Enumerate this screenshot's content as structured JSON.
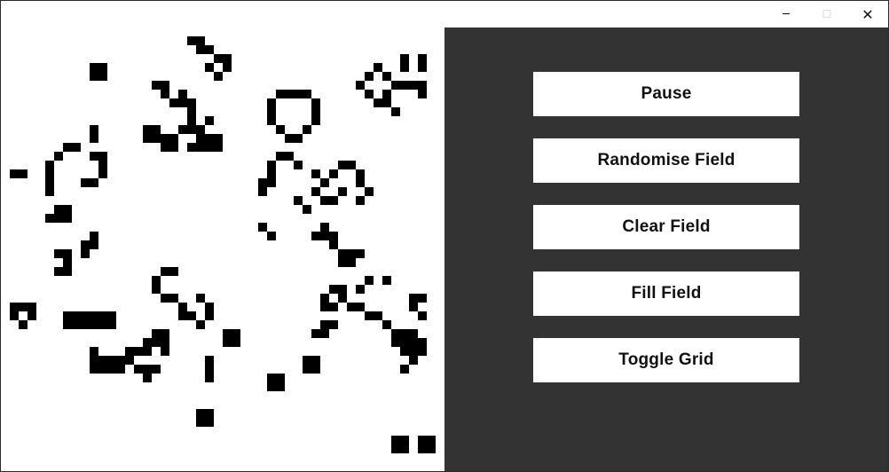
{
  "window": {
    "min_icon": "─",
    "max_icon": "☐",
    "close_icon": "✕"
  },
  "colors": {
    "panel": "#333333",
    "cell_alive": "#000000",
    "field_bg": "#ffffff"
  },
  "grid": {
    "cols": 50,
    "rows": 50,
    "alive": [
      [
        21,
        1
      ],
      [
        22,
        1
      ],
      [
        22,
        2
      ],
      [
        23,
        2
      ],
      [
        24,
        3
      ],
      [
        25,
        3
      ],
      [
        23,
        4
      ],
      [
        25,
        4
      ],
      [
        24,
        5
      ],
      [
        10,
        4
      ],
      [
        11,
        4
      ],
      [
        10,
        5
      ],
      [
        11,
        5
      ],
      [
        17,
        6
      ],
      [
        18,
        6
      ],
      [
        18,
        7
      ],
      [
        20,
        7
      ],
      [
        19,
        8
      ],
      [
        20,
        8
      ],
      [
        21,
        8
      ],
      [
        21,
        9
      ],
      [
        21,
        10
      ],
      [
        20,
        11
      ],
      [
        21,
        11
      ],
      [
        22,
        11
      ],
      [
        23,
        10
      ],
      [
        22,
        12
      ],
      [
        23,
        12
      ],
      [
        24,
        12
      ],
      [
        23,
        13
      ],
      [
        24,
        13
      ],
      [
        21,
        13
      ],
      [
        22,
        13
      ],
      [
        16,
        11
      ],
      [
        17,
        11
      ],
      [
        16,
        12
      ],
      [
        17,
        12
      ],
      [
        18,
        12
      ],
      [
        19,
        12
      ],
      [
        18,
        13
      ],
      [
        19,
        13
      ],
      [
        42,
        4
      ],
      [
        41,
        5
      ],
      [
        43,
        5
      ],
      [
        40,
        6
      ],
      [
        44,
        6
      ],
      [
        41,
        7
      ],
      [
        43,
        7
      ],
      [
        42,
        8
      ],
      [
        43,
        8
      ],
      [
        45,
        3
      ],
      [
        45,
        4
      ],
      [
        47,
        3
      ],
      [
        47,
        4
      ],
      [
        45,
        6
      ],
      [
        46,
        6
      ],
      [
        47,
        6
      ],
      [
        47,
        7
      ],
      [
        44,
        9
      ],
      [
        31,
        7
      ],
      [
        32,
        7
      ],
      [
        33,
        7
      ],
      [
        34,
        7
      ],
      [
        30,
        8
      ],
      [
        35,
        8
      ],
      [
        30,
        9
      ],
      [
        35,
        9
      ],
      [
        30,
        10
      ],
      [
        35,
        10
      ],
      [
        31,
        11
      ],
      [
        34,
        11
      ],
      [
        32,
        12
      ],
      [
        33,
        12
      ],
      [
        10,
        11
      ],
      [
        10,
        12
      ],
      [
        7,
        13
      ],
      [
        8,
        13
      ],
      [
        6,
        14
      ],
      [
        10,
        14
      ],
      [
        11,
        14
      ],
      [
        5,
        15
      ],
      [
        11,
        15
      ],
      [
        5,
        16
      ],
      [
        11,
        16
      ],
      [
        5,
        17
      ],
      [
        9,
        17
      ],
      [
        10,
        17
      ],
      [
        5,
        18
      ],
      [
        6,
        20
      ],
      [
        7,
        20
      ],
      [
        5,
        21
      ],
      [
        6,
        21
      ],
      [
        7,
        21
      ],
      [
        1,
        16
      ],
      [
        2,
        16
      ],
      [
        31,
        14
      ],
      [
        32,
        14
      ],
      [
        30,
        15
      ],
      [
        33,
        15
      ],
      [
        30,
        16
      ],
      [
        29,
        17
      ],
      [
        30,
        17
      ],
      [
        29,
        18
      ],
      [
        35,
        16
      ],
      [
        36,
        17
      ],
      [
        35,
        18
      ],
      [
        33,
        19
      ],
      [
        34,
        20
      ],
      [
        38,
        15
      ],
      [
        39,
        15
      ],
      [
        37,
        16
      ],
      [
        40,
        16
      ],
      [
        40,
        17
      ],
      [
        38,
        18
      ],
      [
        41,
        18
      ],
      [
        40,
        19
      ],
      [
        36,
        19
      ],
      [
        37,
        19
      ],
      [
        29,
        22
      ],
      [
        30,
        23
      ],
      [
        36,
        22
      ],
      [
        35,
        23
      ],
      [
        36,
        23
      ],
      [
        37,
        23
      ],
      [
        37,
        24
      ],
      [
        38,
        25
      ],
      [
        39,
        25
      ],
      [
        40,
        25
      ],
      [
        38,
        26
      ],
      [
        39,
        26
      ],
      [
        10,
        23
      ],
      [
        9,
        24
      ],
      [
        10,
        24
      ],
      [
        6,
        25
      ],
      [
        7,
        25
      ],
      [
        9,
        25
      ],
      [
        7,
        26
      ],
      [
        6,
        27
      ],
      [
        7,
        27
      ],
      [
        18,
        27
      ],
      [
        19,
        27
      ],
      [
        17,
        28
      ],
      [
        17,
        29
      ],
      [
        18,
        30
      ],
      [
        19,
        30
      ],
      [
        20,
        31
      ],
      [
        22,
        30
      ],
      [
        23,
        31
      ],
      [
        23,
        32
      ],
      [
        20,
        32
      ],
      [
        21,
        32
      ],
      [
        22,
        33
      ],
      [
        41,
        28
      ],
      [
        43,
        28
      ],
      [
        37,
        29
      ],
      [
        38,
        29
      ],
      [
        40,
        29
      ],
      [
        36,
        30
      ],
      [
        38,
        30
      ],
      [
        36,
        31
      ],
      [
        37,
        31
      ],
      [
        39,
        31
      ],
      [
        40,
        31
      ],
      [
        41,
        32
      ],
      [
        42,
        32
      ],
      [
        36,
        33
      ],
      [
        37,
        33
      ],
      [
        43,
        33
      ],
      [
        35,
        34
      ],
      [
        36,
        34
      ],
      [
        44,
        34
      ],
      [
        45,
        34
      ],
      [
        46,
        34
      ],
      [
        46,
        30
      ],
      [
        47,
        30
      ],
      [
        46,
        31
      ],
      [
        47,
        32
      ],
      [
        44,
        35
      ],
      [
        45,
        35
      ],
      [
        46,
        35
      ],
      [
        47,
        35
      ],
      [
        45,
        36
      ],
      [
        46,
        36
      ],
      [
        47,
        36
      ],
      [
        46,
        37
      ],
      [
        45,
        38
      ],
      [
        1,
        31
      ],
      [
        2,
        31
      ],
      [
        3,
        31
      ],
      [
        1,
        32
      ],
      [
        3,
        32
      ],
      [
        2,
        33
      ],
      [
        7,
        32
      ],
      [
        8,
        32
      ],
      [
        9,
        32
      ],
      [
        10,
        32
      ],
      [
        11,
        32
      ],
      [
        12,
        32
      ],
      [
        7,
        33
      ],
      [
        8,
        33
      ],
      [
        9,
        33
      ],
      [
        10,
        33
      ],
      [
        11,
        33
      ],
      [
        12,
        33
      ],
      [
        17,
        34
      ],
      [
        18,
        34
      ],
      [
        16,
        35
      ],
      [
        17,
        35
      ],
      [
        18,
        35
      ],
      [
        15,
        36
      ],
      [
        16,
        36
      ],
      [
        18,
        36
      ],
      [
        10,
        36
      ],
      [
        10,
        37
      ],
      [
        11,
        37
      ],
      [
        12,
        37
      ],
      [
        13,
        37
      ],
      [
        14,
        36
      ],
      [
        14,
        37
      ],
      [
        15,
        38
      ],
      [
        16,
        38
      ],
      [
        17,
        38
      ],
      [
        16,
        39
      ],
      [
        10,
        38
      ],
      [
        11,
        38
      ],
      [
        12,
        38
      ],
      [
        13,
        38
      ],
      [
        25,
        34
      ],
      [
        26,
        34
      ],
      [
        25,
        35
      ],
      [
        26,
        35
      ],
      [
        23,
        37
      ],
      [
        23,
        38
      ],
      [
        23,
        39
      ],
      [
        34,
        37
      ],
      [
        35,
        37
      ],
      [
        34,
        38
      ],
      [
        35,
        38
      ],
      [
        30,
        39
      ],
      [
        31,
        39
      ],
      [
        30,
        40
      ],
      [
        31,
        40
      ],
      [
        22,
        43
      ],
      [
        23,
        43
      ],
      [
        22,
        44
      ],
      [
        23,
        44
      ],
      [
        44,
        46
      ],
      [
        45,
        46
      ],
      [
        47,
        46
      ],
      [
        48,
        46
      ],
      [
        44,
        47
      ],
      [
        45,
        47
      ],
      [
        47,
        47
      ],
      [
        48,
        47
      ]
    ]
  },
  "controls": {
    "pause": "Pause",
    "randomise": "Randomise Field",
    "clear": "Clear Field",
    "fill": "Fill Field",
    "toggle_grid": "Toggle Grid"
  }
}
